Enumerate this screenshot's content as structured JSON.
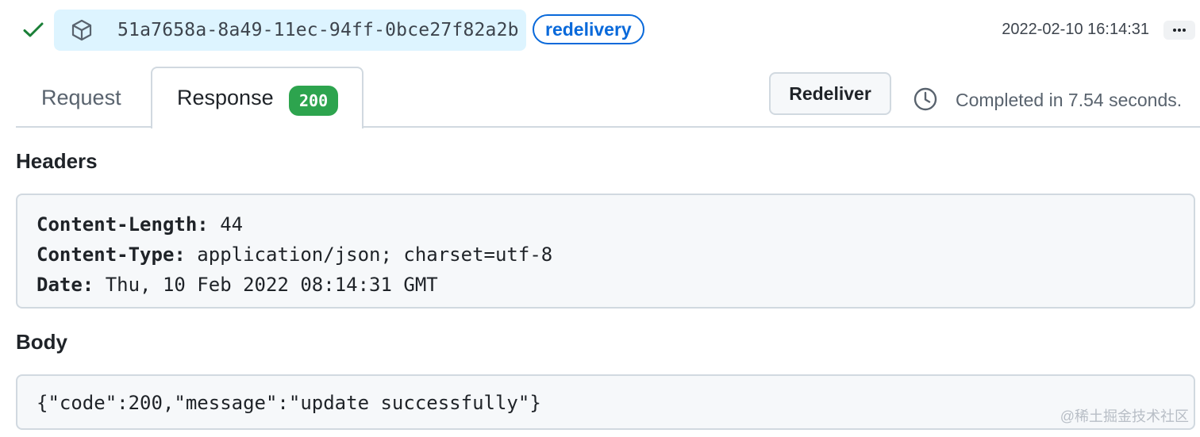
{
  "delivery": {
    "guid": "51a7658a-8a49-11ec-94ff-0bce27f82a2b",
    "badge": "redelivery",
    "timestamp": "2022-02-10 16:14:31"
  },
  "tabs": [
    {
      "label": "Request",
      "active": false
    },
    {
      "label": "Response",
      "active": true,
      "status_code": "200"
    }
  ],
  "actions": {
    "redeliver_label": "Redeliver",
    "completed_text": "Completed in 7.54 seconds."
  },
  "headers": {
    "title": "Headers",
    "items": [
      {
        "key": "Content-Length:",
        "value": "44"
      },
      {
        "key": "Content-Type:",
        "value": "application/json; charset=utf-8"
      },
      {
        "key": "Date:",
        "value": "Thu, 10 Feb 2022 08:14:31 GMT"
      }
    ]
  },
  "body": {
    "title": "Body",
    "content": "{\"code\":200,\"message\":\"update successfully\"}"
  },
  "watermark": "@稀土掘金技术社区",
  "icons": {
    "status": "check-icon",
    "delivery": "package-icon",
    "menu": "kebab-horizontal-icon",
    "duration": "clock-icon"
  },
  "colors": {
    "success": "#2da44e",
    "accent": "#0969da",
    "guid_background": "#ddf4ff",
    "code_background": "#f6f8fa"
  }
}
